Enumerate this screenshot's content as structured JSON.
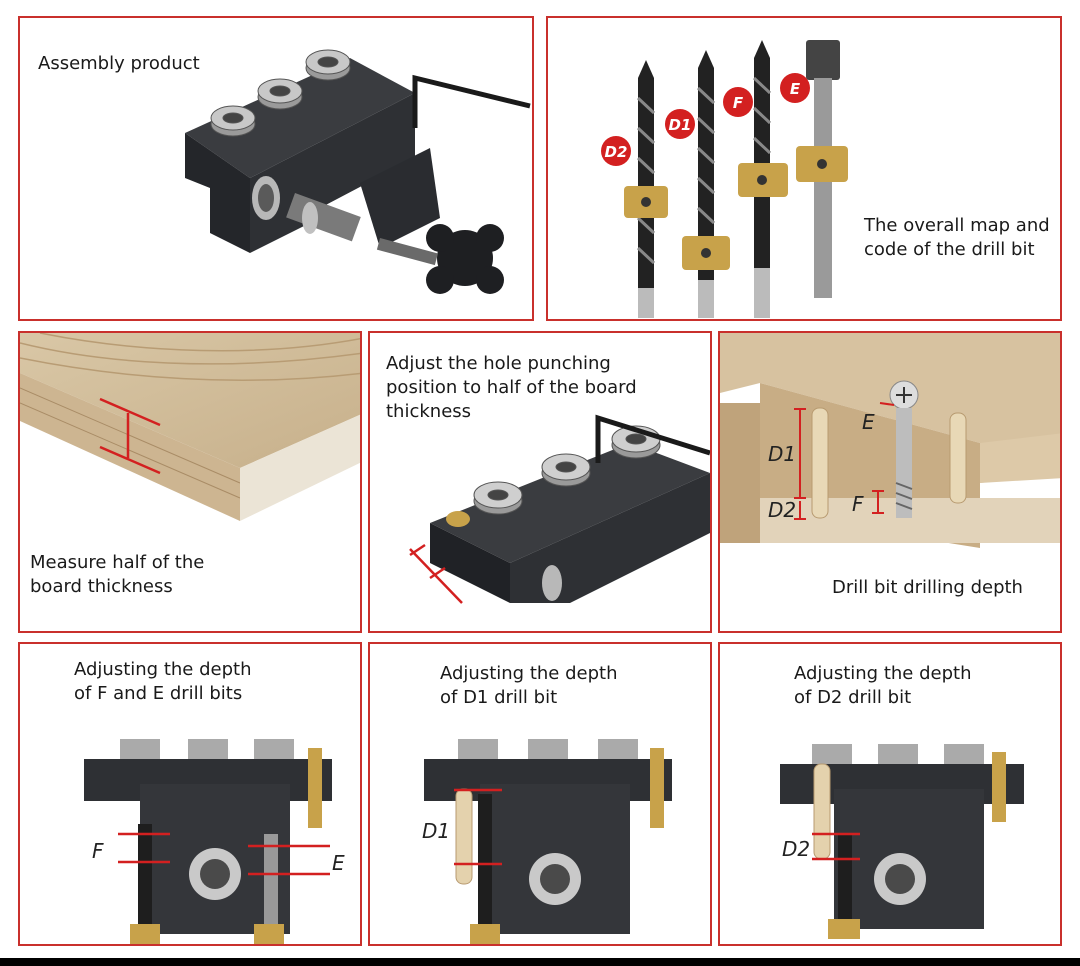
{
  "panels": {
    "assembly": {
      "caption": "Assembly product"
    },
    "drill_map": {
      "caption_line1": "The overall map and",
      "caption_line2": "code of the drill bit",
      "bit_codes": [
        "D2",
        "D1",
        "F",
        "E"
      ]
    },
    "measure": {
      "caption_line1": "Measure half of the",
      "caption_line2": "board thickness"
    },
    "adjust_position": {
      "caption_line1": "Adjust the hole punching",
      "caption_line2": "position to half of the board",
      "caption_line3": "thickness"
    },
    "drilling_depth": {
      "caption": "Drill bit drilling depth",
      "labels": {
        "d1": "D1",
        "d2": "D2",
        "e": "E",
        "f": "F"
      }
    },
    "adjust_fe": {
      "caption_line1": "Adjusting the depth",
      "caption_line2": "of F and E drill bits",
      "labels": {
        "f": "F",
        "e": "E"
      }
    },
    "adjust_d1": {
      "caption_line1": "Adjusting the depth",
      "caption_line2": "of D1 drill bit",
      "labels": {
        "d1": "D1"
      }
    },
    "adjust_d2": {
      "caption_line1": "Adjusting the depth",
      "caption_line2": "of D2 drill bit",
      "labels": {
        "d2": "D2"
      }
    }
  },
  "colors": {
    "border": "#c9302c",
    "jig": "#2b2d30",
    "brass": "#c8a24a",
    "wood": "#d8c3a0",
    "red": "#d32020"
  }
}
